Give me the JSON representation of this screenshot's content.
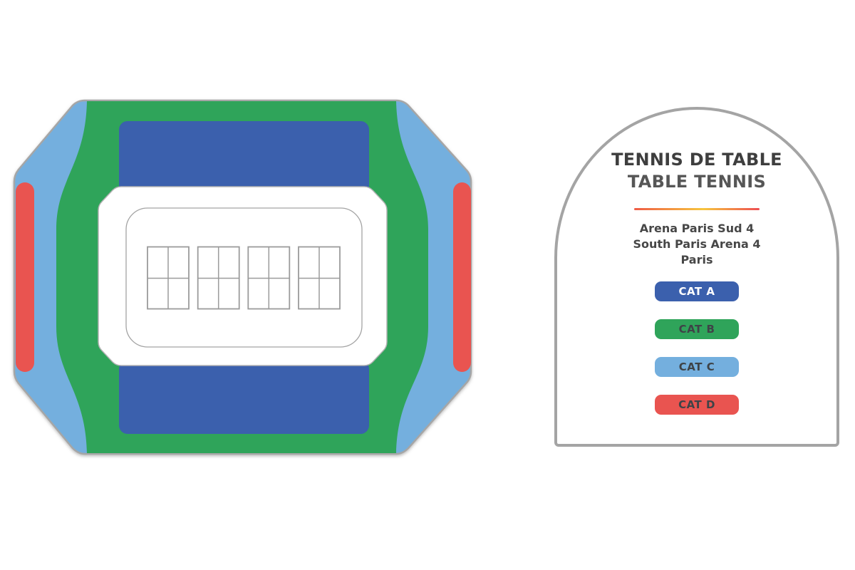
{
  "legend_card": {
    "title_line1": "TENNIS DE TABLE",
    "title_line2": "TABLE TENNIS",
    "venue_line1": "Arena Paris Sud 4",
    "venue_line2": "South Paris Arena 4",
    "venue_line3": "Paris",
    "divider_colors": [
      "#ef5b46",
      "#f6c53e",
      "#ee4e52"
    ],
    "categories": [
      {
        "id": "cat-a",
        "label": "CAT A",
        "color": "#3b60ad",
        "text_color": "#ffffff"
      },
      {
        "id": "cat-b",
        "label": "CAT B",
        "color": "#2fa45a",
        "text_color": "#3e4347"
      },
      {
        "id": "cat-c",
        "label": "CAT C",
        "color": "#74afde",
        "text_color": "#3e4347"
      },
      {
        "id": "cat-d",
        "label": "CAT D",
        "color": "#e95450",
        "text_color": "#3e4347"
      }
    ]
  },
  "seating_map": {
    "colors": {
      "cat_a_blue": "#3b60ad",
      "cat_b_green": "#2fa45a",
      "cat_c_light_blue": "#74afde",
      "cat_d_red": "#e95450",
      "field_white": "#ffffff",
      "outline_gray": "#a6a6a6",
      "field_outline": "#b3b3b3",
      "table_outline": "#9b9b9b"
    },
    "table_groups": 4
  }
}
